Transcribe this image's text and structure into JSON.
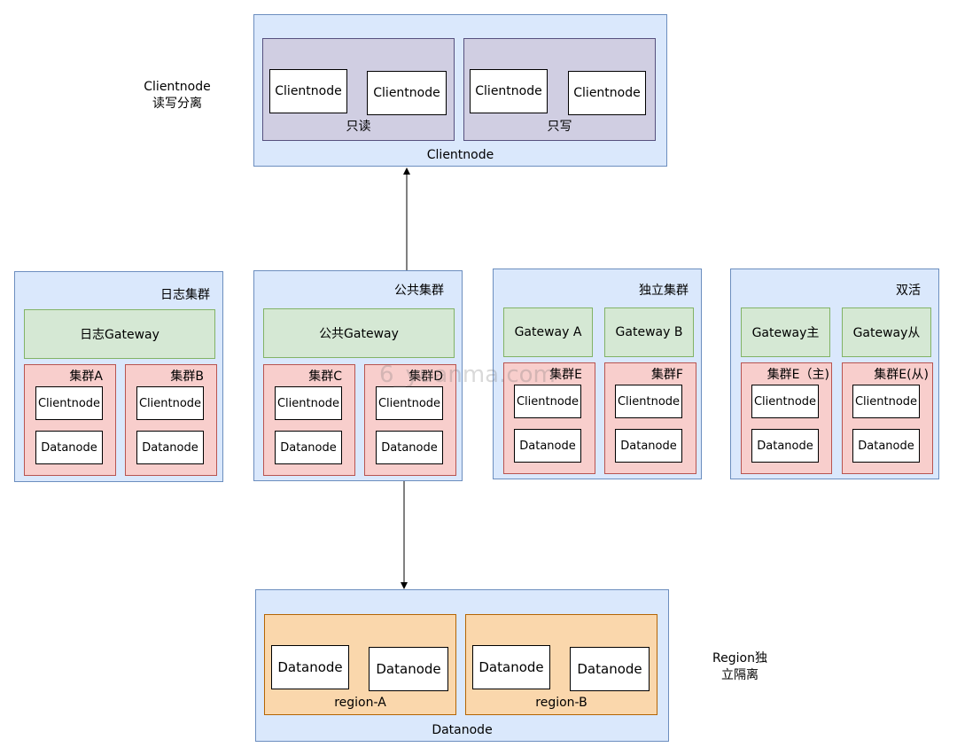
{
  "notes": {
    "client_split": [
      "Clientnode",
      "读写分离"
    ],
    "region_isolation": [
      "Region独",
      "立隔离"
    ]
  },
  "top": {
    "title": "Clientnode",
    "read_group": {
      "label": "只读",
      "nodes": [
        "Clientnode",
        "Clientnode"
      ]
    },
    "write_group": {
      "label": "只写",
      "nodes": [
        "Clientnode",
        "Clientnode"
      ]
    }
  },
  "clusters": [
    {
      "title": "日志集群",
      "gateway": "日志Gateway",
      "gateways": [],
      "subs": [
        {
          "title": "集群A",
          "nodes": [
            "Clientnode",
            "Datanode"
          ]
        },
        {
          "title": "集群B",
          "nodes": [
            "Clientnode",
            "Datanode"
          ]
        }
      ]
    },
    {
      "title": "公共集群",
      "gateway": "公共Gateway",
      "gateways": [],
      "subs": [
        {
          "title": "集群C",
          "nodes": [
            "Clientnode",
            "Datanode"
          ]
        },
        {
          "title": "集群D",
          "nodes": [
            "Clientnode",
            "Datanode"
          ]
        }
      ]
    },
    {
      "title": "独立集群",
      "gateway": "",
      "gateways": [
        "Gateway A",
        "Gateway B"
      ],
      "subs": [
        {
          "title": "集群E",
          "nodes": [
            "Clientnode",
            "Datanode"
          ]
        },
        {
          "title": "集群F",
          "nodes": [
            "Clientnode",
            "Datanode"
          ]
        }
      ]
    },
    {
      "title": "双活",
      "gateway": "",
      "gateways": [
        "Gateway主",
        "Gateway从"
      ],
      "subs": [
        {
          "title": "集群E（主)",
          "nodes": [
            "Clientnode",
            "Datanode"
          ]
        },
        {
          "title": "集群E(从)",
          "nodes": [
            "Clientnode",
            "Datanode"
          ]
        }
      ]
    }
  ],
  "bottom": {
    "title": "Datanode",
    "region_a": {
      "label": "region-A",
      "nodes": [
        "Datanode",
        "Datanode"
      ]
    },
    "region_b": {
      "label": "region-B",
      "nodes": [
        "Datanode",
        "Datanode"
      ]
    }
  },
  "watermark": "6_yuanma.com",
  "colors": {
    "container": "#dae8fc",
    "read_write_group": "#d0cee2",
    "gateway": "#d5e8d4",
    "sub_cluster": "#f8cecc",
    "region": "#fad7ac",
    "edge": "#000000"
  }
}
